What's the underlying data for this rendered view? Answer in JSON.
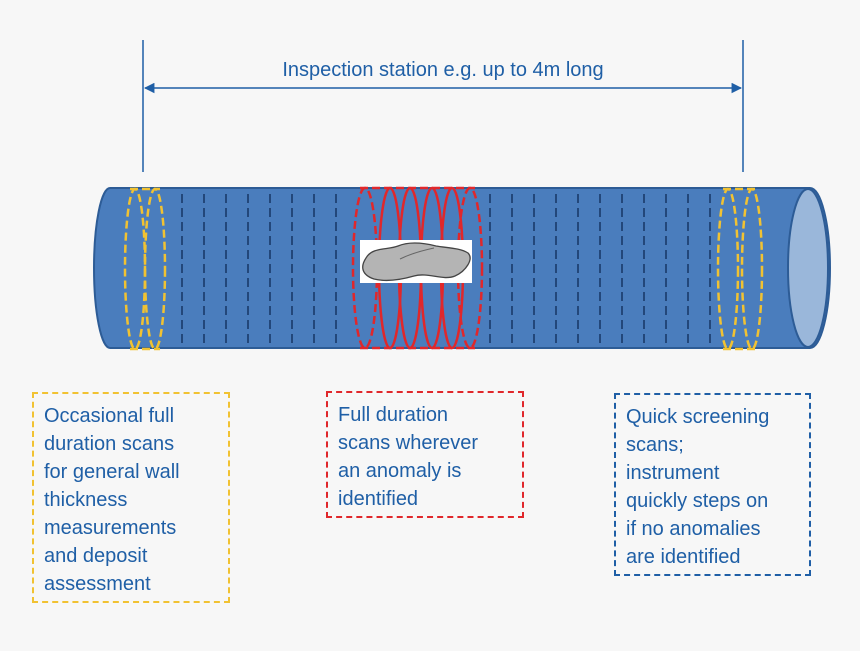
{
  "station": {
    "label": "Inspection station e.g. up to 4m long"
  },
  "notes": {
    "occasional": {
      "lines": [
        "Occasional full",
        "duration scans",
        "for general wall",
        "thickness",
        "measurements",
        "and deposit",
        "assessment"
      ]
    },
    "full_duration": {
      "lines": [
        "Full duration",
        "scans wherever",
        "an anomaly is",
        "identified"
      ]
    },
    "quick": {
      "lines": [
        "Quick screening",
        "scans;",
        "instrument",
        "quickly steps on",
        "if no anomalies",
        "are identified"
      ]
    }
  },
  "colors": {
    "pipe": "#4a7dbd",
    "pipe_end": "#9ab7da",
    "pipe_outline": "#2d5c96",
    "scan_line": "#23477a",
    "yellow": "#f1c232",
    "red": "#e0272b",
    "blue_text": "#1f5fa6",
    "anomaly": "#b4b4b4"
  }
}
